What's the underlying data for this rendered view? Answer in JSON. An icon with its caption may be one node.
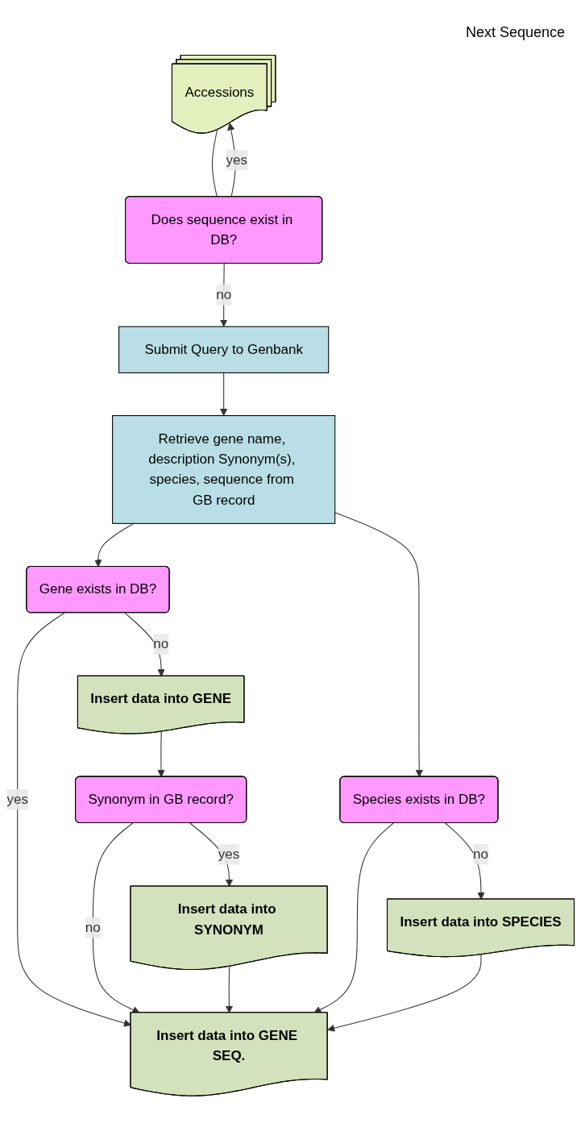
{
  "diagram": {
    "nodes": [
      {
        "text": [
          "Accessions"
        ]
      },
      {
        "text": [
          "Does sequence exist in DB?"
        ]
      },
      {
        "text": [
          "Submit Query to Genbank"
        ]
      },
      {
        "text": [
          "Retrieve gene name, description Synonym(s), species, sequence from GB record"
        ]
      },
      {
        "text": [
          "Gene exists in DB?"
        ]
      },
      {
        "text": [
          "Species exists in DB?"
        ]
      },
      {
        "text": [
          "Insert data into GENE"
        ]
      },
      {
        "text": [
          "Insert data into GENE SEQ."
        ]
      },
      {
        "text": [
          "Insert data into SPECIES"
        ]
      },
      {
        "text": [
          "Synonym in GB record?"
        ]
      },
      {
        "text": [
          "Insert data into SYNONYM"
        ]
      }
    ],
    "edges": [
      {
        "from": 0,
        "to": 1,
        "arrow": "none"
      },
      {
        "from": 1,
        "to": 0,
        "arrow": "to",
        "label": "yes"
      },
      {
        "from": 1,
        "to": 2,
        "arrow": "to",
        "label": "no"
      },
      {
        "from": 2,
        "to": 3,
        "arrow": "to"
      },
      {
        "from": 3,
        "to": 4,
        "arrow": "to"
      },
      {
        "from": 3,
        "to": 5,
        "arrow": "to"
      },
      {
        "from": 4,
        "to": 7,
        "arrow": "to",
        "label": "yes"
      },
      {
        "from": 5,
        "to": 7,
        "arrow": "to"
      },
      {
        "from": 4,
        "to": 6,
        "arrow": "to",
        "label": "no"
      },
      {
        "from": 5,
        "to": 8,
        "arrow": "to",
        "label": "no"
      },
      {
        "from": 6,
        "to": 9,
        "arrow": "to"
      },
      {
        "from": 9,
        "to": 7,
        "arrow": "to",
        "label": "no"
      },
      {
        "from": 9,
        "to": 10,
        "arrow": "to",
        "label": "yes"
      },
      {
        "from": 8,
        "to": 7,
        "arrow": "to"
      },
      {
        "from": 10,
        "to": 7,
        "arrow": "to"
      }
    ],
    "labels": [
      "Next Sequence"
    ]
  }
}
